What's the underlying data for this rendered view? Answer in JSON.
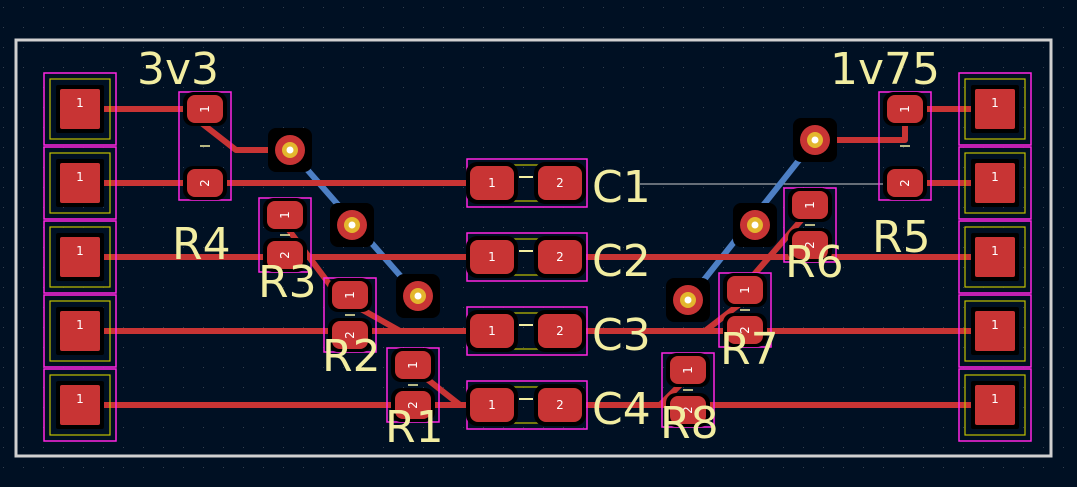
{
  "colors": {
    "background": "#001023",
    "grid_dot": "#5a6270",
    "board_outline": "#d0d0d0",
    "f_cu_trace": "#c83434",
    "b_cu_trace": "#4d7fc4",
    "pad": "#c83434",
    "pad_outline": "#000000",
    "courtyard": "#ff26e2",
    "fab_outline": "#c2c200",
    "silkscreen": "#f2eda1",
    "via_ring": "#e3b72e",
    "via_drill": "#ffffff"
  },
  "labels": {
    "rail_3v3": "3v3",
    "rail_1v75": "1v75",
    "R1": "R1",
    "R2": "R2",
    "R3": "R3",
    "R4": "R4",
    "R5": "R5",
    "R6": "R6",
    "R7": "R7",
    "R8": "R8",
    "C1": "C1",
    "C2": "C2",
    "C3": "C3",
    "C4": "C4"
  },
  "pad_numbers": {
    "one": "1",
    "two": "2"
  }
}
